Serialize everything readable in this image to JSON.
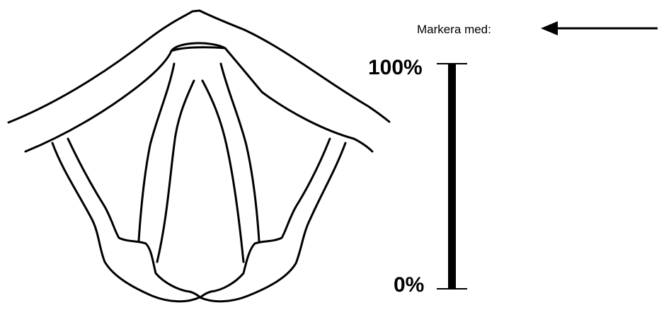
{
  "instruction": {
    "text": "Markera med:",
    "arrow_icon": "left-arrow-icon"
  },
  "scale": {
    "top_label": "100%",
    "bottom_label": "0%"
  },
  "colors": {
    "ink": "#000000",
    "background": "#ffffff"
  }
}
